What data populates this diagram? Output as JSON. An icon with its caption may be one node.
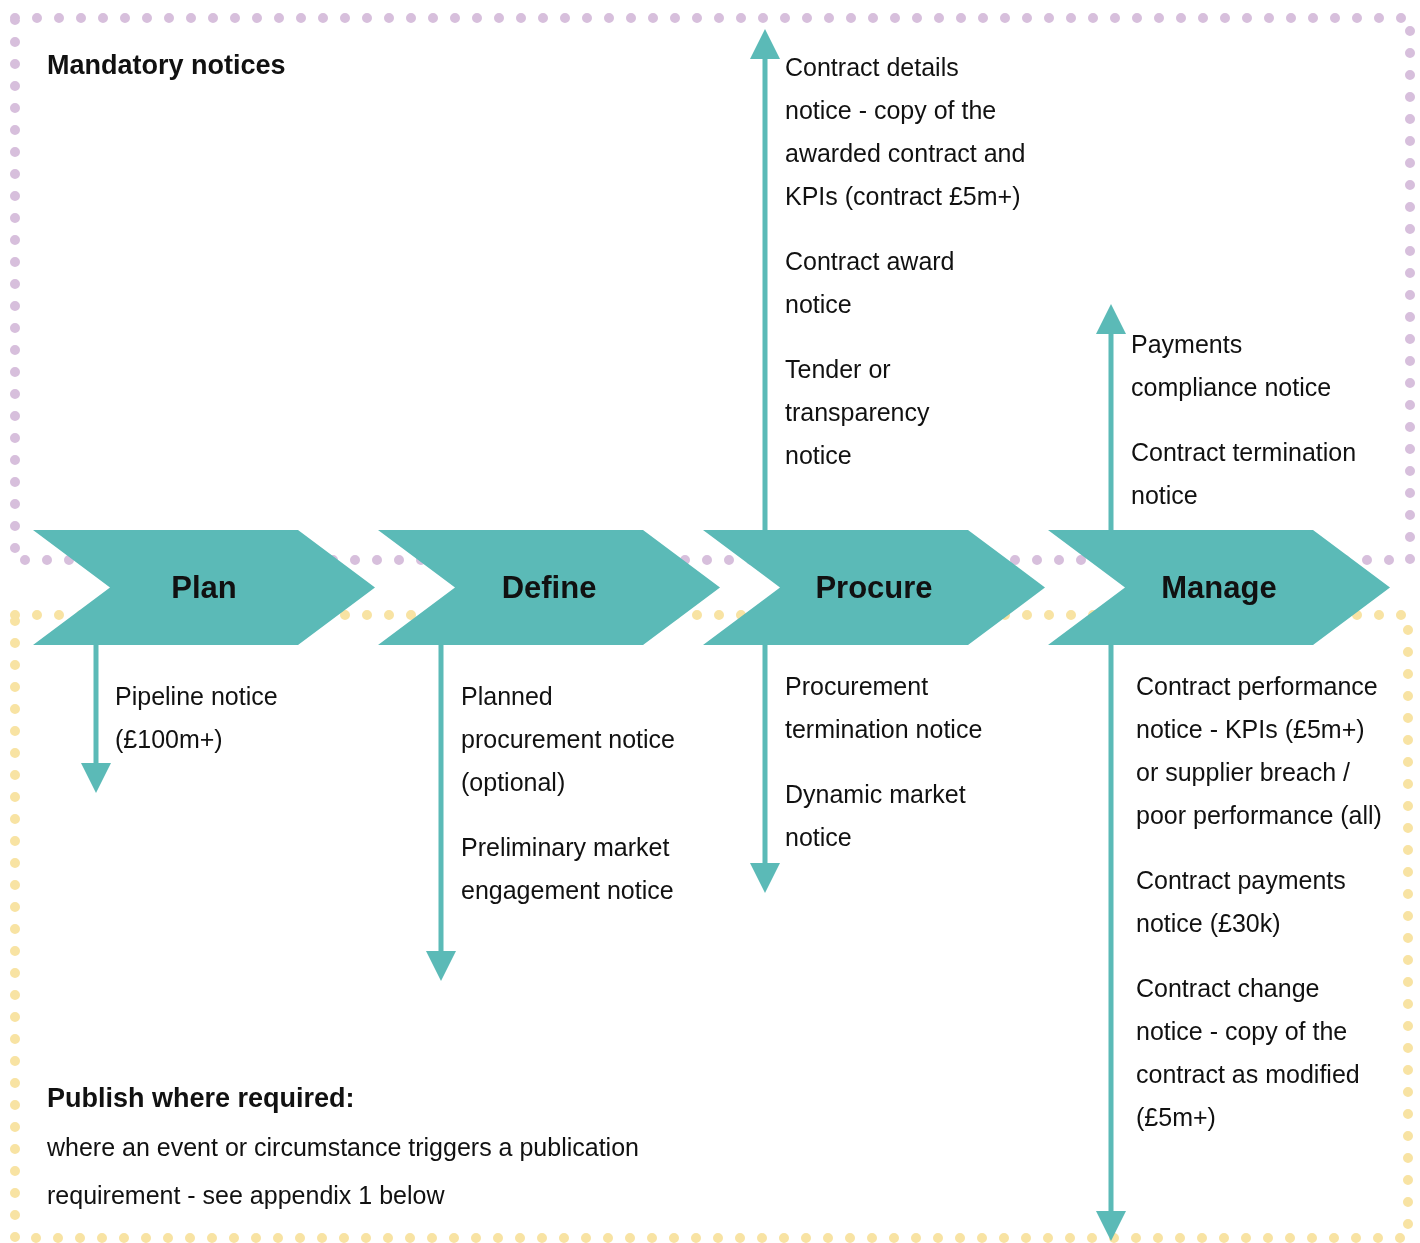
{
  "diagram": {
    "nodes": [
      {
        "text": [
          "Mandatory notices"
        ]
      },
      {
        "text": [
          "Publish where required:",
          "where an event or circumstance triggers a publication requirement - see appendix 1 below"
        ]
      },
      {
        "text": [
          "Plan"
        ]
      },
      {
        "text": [
          "Define"
        ]
      },
      {
        "text": [
          "Procure"
        ]
      },
      {
        "text": [
          "Manage"
        ]
      }
    ],
    "edges": [
      {
        "from": 2,
        "to": 1,
        "arrow": "to"
      },
      {
        "from": 3,
        "to": 1,
        "arrow": "to"
      },
      {
        "from": 4,
        "to": 0,
        "arrow": "to"
      },
      {
        "from": 4,
        "to": 1,
        "arrow": "to"
      },
      {
        "from": 5,
        "to": 0,
        "arrow": "to"
      },
      {
        "from": 5,
        "to": 1,
        "arrow": "to"
      }
    ],
    "labels": [
      "Contract details notice - copy of the awarded contract and KPIs (contract £5m+)",
      "Contract award notice",
      "Tender or transparency notice",
      "Payments compliance notice",
      "Contract termination notice",
      "Pipeline notice (£100m+)",
      "Planned procurement notice (optional)",
      "Preliminary market engagement notice",
      "Procurement termination notice",
      "Dynamic market notice",
      "Contract performance notice - KPIs (£5m+) or supplier breach / poor performance (all)",
      "Contract payments notice (£30k)",
      "Contract change notice - copy of the contract as modified (£5m+)"
    ]
  }
}
